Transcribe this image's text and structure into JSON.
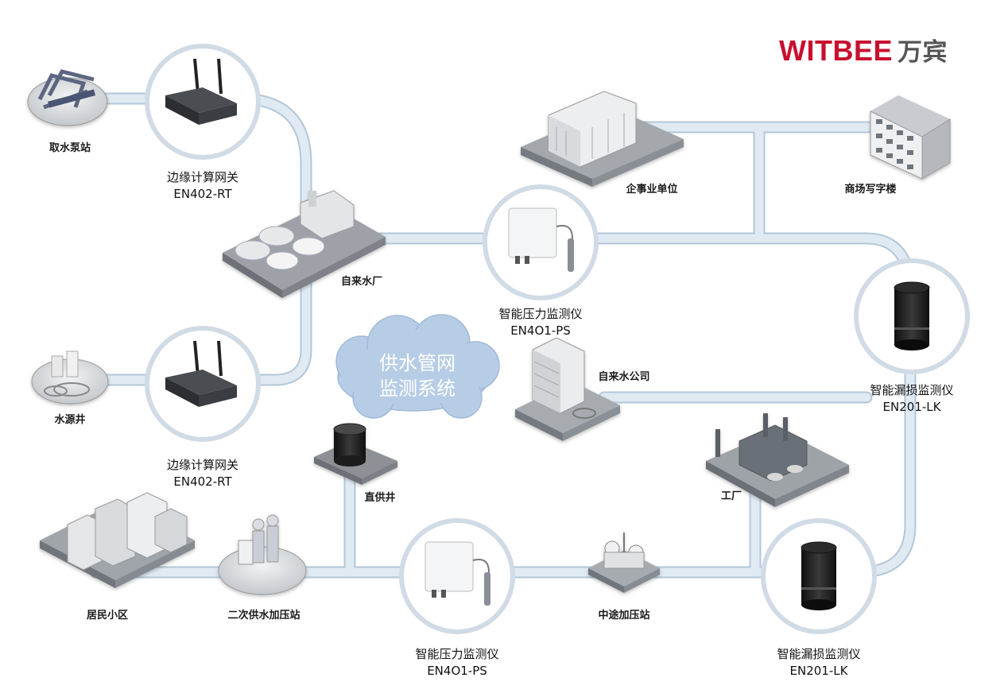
{
  "brand": {
    "name": "WITBEE",
    "name_cn": "万宾",
    "color": "#c8102e"
  },
  "cloud": {
    "line1": "供水管网",
    "line2": "监测系统"
  },
  "sites": {
    "intake_pump": "取水泵站",
    "water_plant": "自来水厂",
    "source_well": "水源井",
    "enterprise": "企事业单位",
    "office": "商场写字楼",
    "water_company": "自来水公司",
    "factory": "工厂",
    "direct_well": "直供井",
    "residential": "居民小区",
    "secondary_station": "二次供水加压站",
    "mid_station": "中途加压站"
  },
  "devices": {
    "gateway_top": {
      "name": "边缘计算网关",
      "model": "EN402-RT"
    },
    "gateway_bottom": {
      "name": "边缘计算网关",
      "model": "EN402-RT"
    },
    "pressure_top": {
      "name": "智能压力监测仪",
      "model": "EN4O1-PS"
    },
    "pressure_bottom": {
      "name": "智能压力监测仪",
      "model": "EN4O1-PS"
    },
    "leak_right": {
      "name": "智能漏损监测仪",
      "model": "EN201-LK"
    },
    "leak_bottom": {
      "name": "智能漏损监测仪",
      "model": "EN201-LK"
    }
  },
  "colors": {
    "pipe": "#d4e2ee",
    "pipe_edge": "#b3c7d8",
    "cloud": "#b7cde6",
    "cloud_text": "#ffffff"
  }
}
